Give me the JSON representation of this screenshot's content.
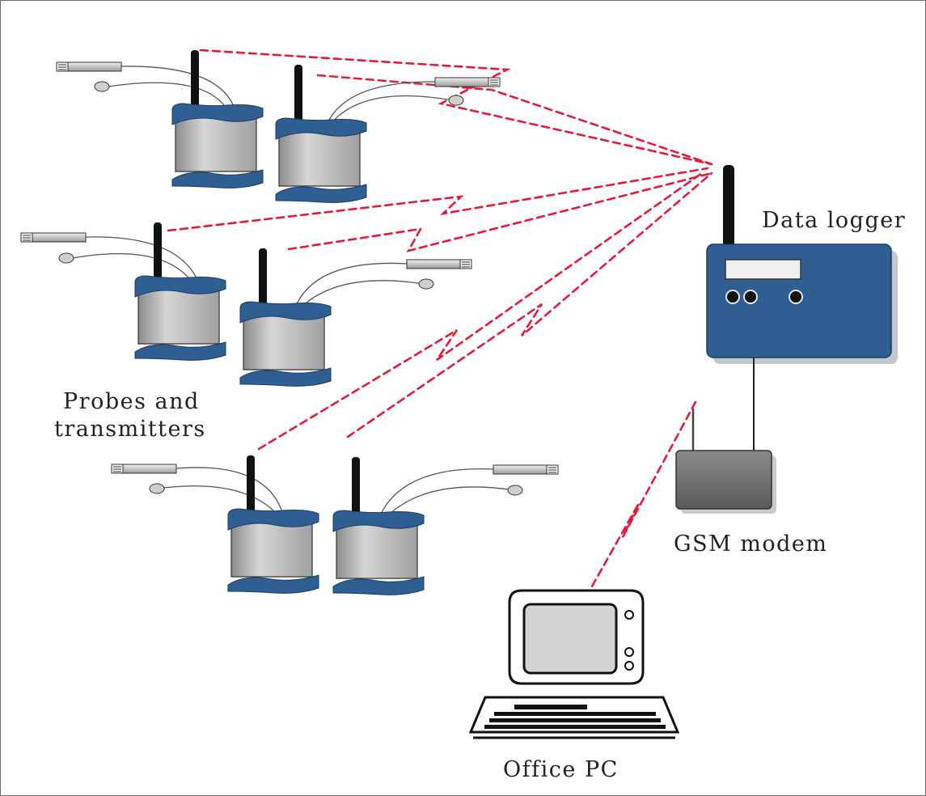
{
  "labels": {
    "data_logger": "Data logger",
    "probes_line1": "Probes and",
    "probes_line2": "transmitters",
    "gsm_modem": "GSM modem",
    "office_pc": "Office PC"
  },
  "colors": {
    "radio_link": "#e8193a",
    "device_blue": "#2f5e93",
    "device_body": "#b8b8b8",
    "modem_gray": "#707070",
    "frame": "#6b6b6b"
  },
  "icons": {
    "transmitter": "transmitter-icon",
    "probe": "probe-icon",
    "logger": "data-logger-icon",
    "modem": "gsm-modem-icon",
    "pc": "office-pc-icon"
  }
}
